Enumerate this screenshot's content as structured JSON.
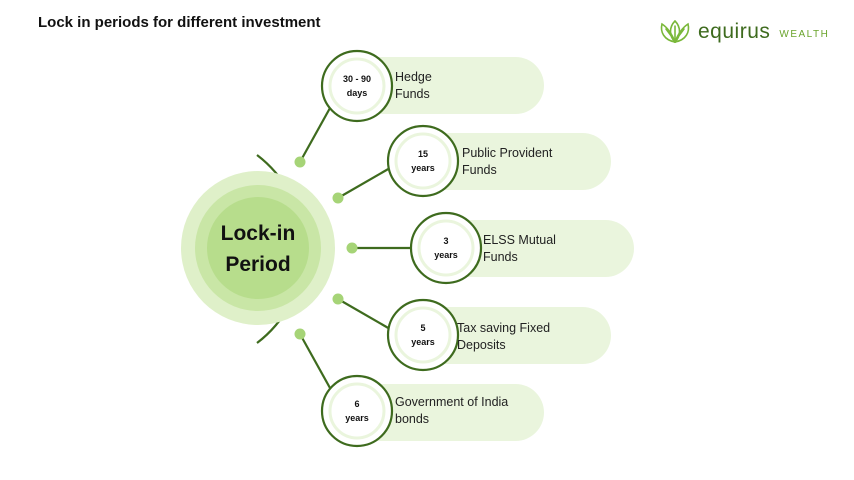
{
  "title": "Lock in periods for different investment",
  "logo": {
    "brand": "equirus",
    "sub": "WEALTH"
  },
  "center": {
    "line1": "Lock-in",
    "line2": "Period"
  },
  "items": [
    {
      "badge_line1": "30 - 90",
      "badge_line2": "days",
      "label_line1": "Hedge",
      "label_line2": "Funds"
    },
    {
      "badge_line1": "15",
      "badge_line2": "years",
      "label_line1": "Public Provident",
      "label_line2": "Funds"
    },
    {
      "badge_line1": "3",
      "badge_line2": "years",
      "label_line1": "ELSS Mutual",
      "label_line2": "Funds"
    },
    {
      "badge_line1": "5",
      "badge_line2": "years",
      "label_line1": "Tax saving Fixed",
      "label_line2": "Deposits"
    },
    {
      "badge_line1": "6",
      "badge_line2": "years",
      "label_line1": "Government of India",
      "label_line2": "bonds"
    }
  ],
  "colors": {
    "dark_green": "#3e6b1e",
    "pill_bg": "#eaf5dd",
    "node": "#a6d477",
    "ring_outer": "#dff0c9",
    "ring_mid": "#c9e6a6",
    "ring_inner": "#b7dd8c"
  }
}
